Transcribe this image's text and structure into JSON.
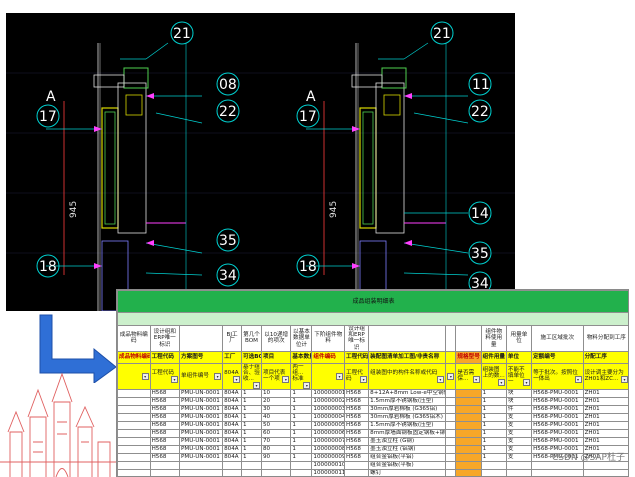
{
  "drawing": {
    "left_callouts": [
      "21",
      "08",
      "22",
      "17",
      "945",
      "A",
      "35",
      "34",
      "18"
    ],
    "right_callouts": [
      "21",
      "11",
      "22",
      "17",
      "945",
      "A",
      "14",
      "35",
      "34",
      "18"
    ]
  },
  "sheet": {
    "title": "成品组装明细表",
    "header1": [
      "成品物料编码",
      "设计组和ERP唯一标识",
      "",
      "BJ工厂",
      "第几个BOM",
      "以10递增的项次",
      "以基本数据单位计",
      "下阶组件物料",
      "设计组和ERP唯一标识",
      "",
      "",
      "",
      "组件物料使用量",
      "用量单位",
      "施工区域批次",
      "物料分配到工序"
    ],
    "header2": [
      "成品物料编码",
      "工程代码",
      "方案图号",
      "工厂",
      "可选BOM",
      "项目",
      "基本数量",
      "组件编码",
      "工程代码",
      "装配图清单加工图/非贵名称",
      "",
      "规格型号",
      "组件用量",
      "单位",
      "定额编号",
      "分配工序"
    ],
    "header3": [
      "",
      "工程代码",
      "单组件编号",
      "804A",
      "基于组合、验收...",
      "项目代表一个项",
      "两一组... 标准",
      "",
      "工程代码",
      "组装图中的构件名称或代码",
      "",
      "是否需保...",
      "组装图上的数...",
      "不能不填单位一",
      "等于批次。按照位一体出",
      "设计调主要分为ZH01和ZC..."
    ],
    "rows": [
      [
        "",
        "H568",
        "PMU-UN-0001",
        "804A",
        "1",
        "10",
        "1",
        "100000001",
        "H568",
        "8+12A+8mm Low-e中空钢化玻璃",
        "",
        "",
        "1",
        "块",
        "H568-PMU-0001",
        "ZH01"
      ],
      [
        "",
        "H568",
        "PMU-UN-0001",
        "804A",
        "1",
        "20",
        "1",
        "100000002",
        "H568",
        "1.5mm厚不锈钢板(压型)",
        "",
        "",
        "1",
        "块",
        "H568-PMU-0001",
        "ZH01"
      ],
      [
        "",
        "H568",
        "PMU-UN-0001",
        "804A",
        "1",
        "30",
        "1",
        "100000003",
        "H568",
        "30mm厚岩棉板 (G365铝)",
        "",
        "",
        "1",
        "件",
        "H568-PMU-0001",
        "ZH01"
      ],
      [
        "",
        "H568",
        "PMU-UN-0001",
        "804A",
        "1",
        "40",
        "1",
        "100000004",
        "H568",
        "30mm厚岩棉板 (G365铝木)",
        "",
        "",
        "1",
        "支",
        "H568-PMU-0001",
        "ZH01"
      ],
      [
        "",
        "H568",
        "PMU-UN-0001",
        "804A",
        "1",
        "50",
        "1",
        "100000005",
        "H568",
        "1.5mm厚不锈钢板(压型)",
        "",
        "",
        "1",
        "支",
        "H568-PMU-0001",
        "ZH01"
      ],
      [
        "",
        "H568",
        "PMU-UN-0001",
        "804A",
        "1",
        "60",
        "1",
        "100000006",
        "H568",
        "8mm厚墙面钢板固定钢板+铆钉",
        "",
        "",
        "1",
        "支",
        "H568-PMU-0001",
        "ZH01"
      ],
      [
        "",
        "H568",
        "PMU-UN-0001",
        "804A",
        "1",
        "70",
        "1",
        "100000007",
        "H568",
        "墨玉浊立柱 (G钢)",
        "",
        "",
        "1",
        "支",
        "H568-PMU-0001",
        "ZH01"
      ],
      [
        "",
        "H568",
        "PMU-UN-0001",
        "804A",
        "1",
        "80",
        "1",
        "100000008",
        "H568",
        "墨玉浊立柱 (铝钢)",
        "",
        "",
        "1",
        "支",
        "H568-PMU-0001",
        "ZH01"
      ],
      [
        "",
        "H568",
        "PMU-UN-0001",
        "804A",
        "1",
        "90",
        "1",
        "100000009",
        "H568",
        "组合金铝板(平铝)",
        "",
        "",
        "1",
        "支",
        "H568-PMU-0001",
        "ZH01"
      ],
      [
        "",
        "",
        "",
        "",
        "",
        "",
        "",
        "100000010",
        "",
        "组合金铝板(平板)",
        "",
        "",
        "",
        "",
        "",
        ""
      ],
      [
        "",
        "",
        "",
        "",
        "",
        "",
        "",
        "100000011",
        "",
        "螺钉",
        "",
        "",
        "",
        "",
        "",
        ""
      ]
    ]
  },
  "watermark": "CSDN @SAP杜子"
}
